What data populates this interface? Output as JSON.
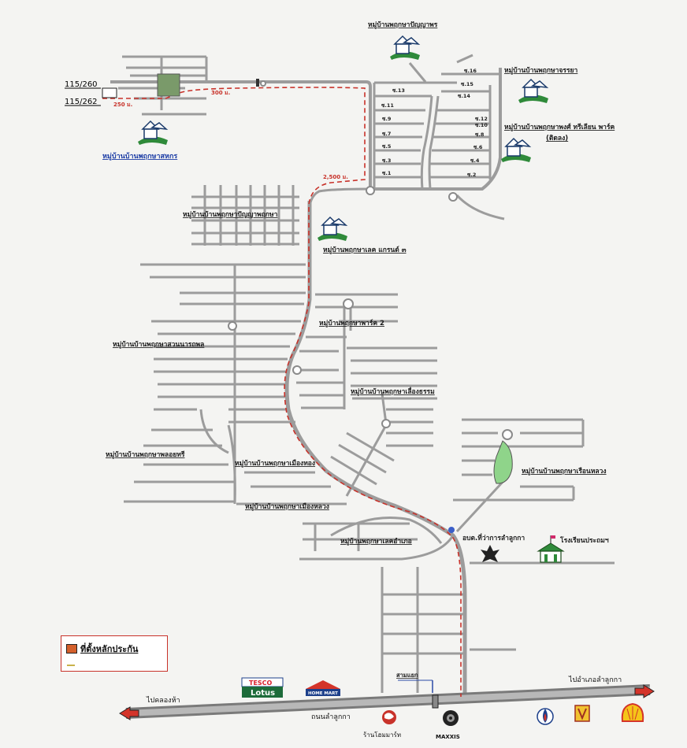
{
  "plots": {
    "top": "115/260",
    "bottom": "115/262"
  },
  "distances": {
    "d1": "250 ม.",
    "d2": "300 ม.",
    "d3": "2,500 ม."
  },
  "villages": {
    "top_center": "หมู่บ้านพฤกษาปัญญาพร",
    "top_right": "หมู่บ้านบ้านพฤกษาจรรยา",
    "right_mid": "หมู่บ้านบ้านพฤกษาพงศ์ ทรีเลียน พาร์ค",
    "right_mid_sub": "(ติดลง)",
    "left_top": "หมู่บ้านบ้านพฤกษาสหกร",
    "grid_top": "หมู่บ้านบ้านพฤกษาปัญญาพฤกษา",
    "center_top": "หมู่บ้านพฤกษาเลค แกรนด์ ๓",
    "center_mid": "หมู่บ้านพฤกษาพาร์ค 2",
    "left_mid": "หมู่บ้านบ้านพฤกษาสวนนารถพล",
    "center_mid2": "หมู่บ้านบ้านพฤกษาเลื่องธรรม",
    "right_lower": "หมู่บ้านบ้านพฤกษาเรือนหลวง",
    "left_lower": "หมู่บ้านบ้านพฤกษาพลอยทรี",
    "center_lower": "หมู่บ้านบ้านพฤกษาเมืองทอง",
    "center_lower2": "หมู่บ้านบ้านพฤกษาเมืองหลวง",
    "bottom_center": "หมู่บ้านพฤกษาเลคอำเภอ"
  },
  "soi_labels": [
    "ซ.16",
    "ซ.15",
    "ซ.14",
    "ซ.13",
    "ซ.11",
    "ซ.12",
    "ซ.10",
    "ซ.9",
    "ซ.8",
    "ซ.7",
    "ซ.6",
    "ซ.5",
    "ซ.4",
    "ซ.3",
    "ซ.2",
    "ซ.1"
  ],
  "landmarks": {
    "office": "อบต.ที่ว่าการลำลูกกา",
    "school": "โรงเรียนประถมฯ",
    "road_name": "ถนนลำลูกกา",
    "left_direction": "ไปคลองห้า",
    "right_direction": "ไปอำเภอลำลูกกา",
    "intersection": "สามแยก",
    "shop": "ร้านโฮมมาร์ท",
    "tire_brand": "MAXXIS",
    "tesco_top": "TESCO",
    "tesco_bottom": "Lotus",
    "homemart": "HOME MART"
  },
  "legend": {
    "title": "ที่ตั้งหลักประกัน"
  },
  "colors": {
    "road": "#9c9c9c",
    "route": "#c8322a",
    "house": "#2f8a3a",
    "label_blue": "#1f3fa6"
  }
}
